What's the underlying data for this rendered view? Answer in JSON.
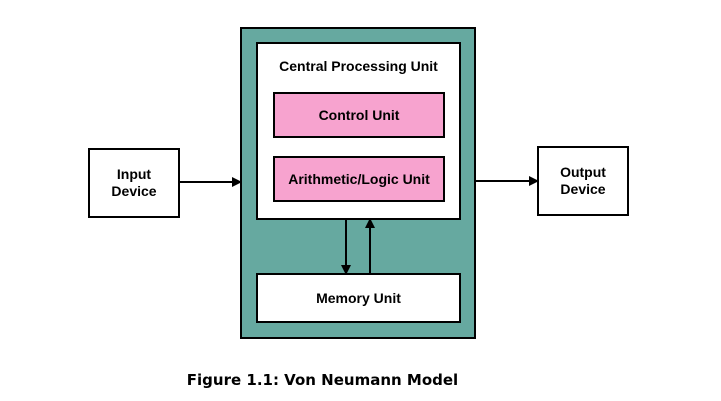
{
  "colors": {
    "panel": "#66a9a0",
    "unit_fill": "#f7a3cf",
    "stroke": "#000000"
  },
  "diagram": {
    "input_device": "Input\nDevice",
    "output_device": "Output\nDevice",
    "cpu_title": "Central Processing Unit",
    "control_unit": "Control Unit",
    "alu": "Arithmetic/Logic Unit",
    "memory_unit": "Memory Unit"
  },
  "caption": "Figure 1.1: Von Neumann Model"
}
